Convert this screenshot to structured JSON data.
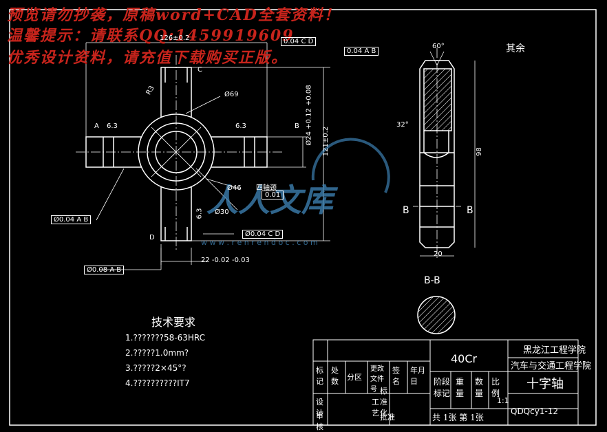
{
  "watermark": {
    "line1": "预览请勿抄袭，原稿word+CAD全套资料！",
    "line2": "温馨提示：请联系QQ:1459919609",
    "line3": "优秀设计资料，请充值下载购买正版。",
    "logo_text": "人人文库",
    "logo_url": "w w w . r e n r e n d o c . c o m"
  },
  "drawing": {
    "surface_note": "其余",
    "angle_60": "60°",
    "angle_32": "32°",
    "dim_width": "20",
    "dim_height": "98",
    "section_mark": "B",
    "section_title": "B-B",
    "dim_top": "126±0.2",
    "dim_121": "121±0.2",
    "dim_phi69": "Ø69",
    "dim_phi46": "Ø46",
    "dim_phi30": "Ø30",
    "dim_phi24": "Ø24 +0.12 +0.08",
    "dim_22": "22 -0.02 -0.03",
    "dim_r3": "R3",
    "rough": "6.3",
    "tol_top_flat": "0.04",
    "tol_top_flat_ref": "C D",
    "tol_top_sym": "0.04",
    "tol_top_sym_ref": "A B",
    "tol_left": "Ø0.04",
    "tol_left_ref": "A B",
    "tol_mid": "Ø0.04",
    "tol_mid_ref": "C D",
    "tol_bottom": "Ø0.08",
    "tol_bottom_ref": "A-B",
    "roundness_label": "四轴颈",
    "roundness_value": "0.01",
    "datum_a": "A",
    "datum_b": "B",
    "datum_c": "C",
    "datum_d": "D"
  },
  "requirements": {
    "title": "技术要求",
    "items": [
      "1.???????58-63HRC",
      "2.?????1.0mm?",
      "3.?????2×45°?",
      "4.??????????IT7"
    ]
  },
  "title_block": {
    "school": "黑龙江工程学院",
    "department": "汽车与交通工程学院",
    "part_name": "十字轴",
    "material": "40Cr",
    "drawing_no": "QDQcy1-12",
    "sheets": "共 1张  第 1张",
    "scale": "1:1",
    "col_mark": "标记",
    "col_count": "处数",
    "col_zone": "分区",
    "col_doc": "更改文件号",
    "col_sign": "签名",
    "col_date": "年月日",
    "row_design": "设计",
    "row_check": "审核",
    "row_process": "工艺",
    "row_std": "标准化",
    "row_approve": "批准",
    "stage": "阶段标记",
    "weight": "重量",
    "qty": "数量",
    "ratio": "比例"
  }
}
